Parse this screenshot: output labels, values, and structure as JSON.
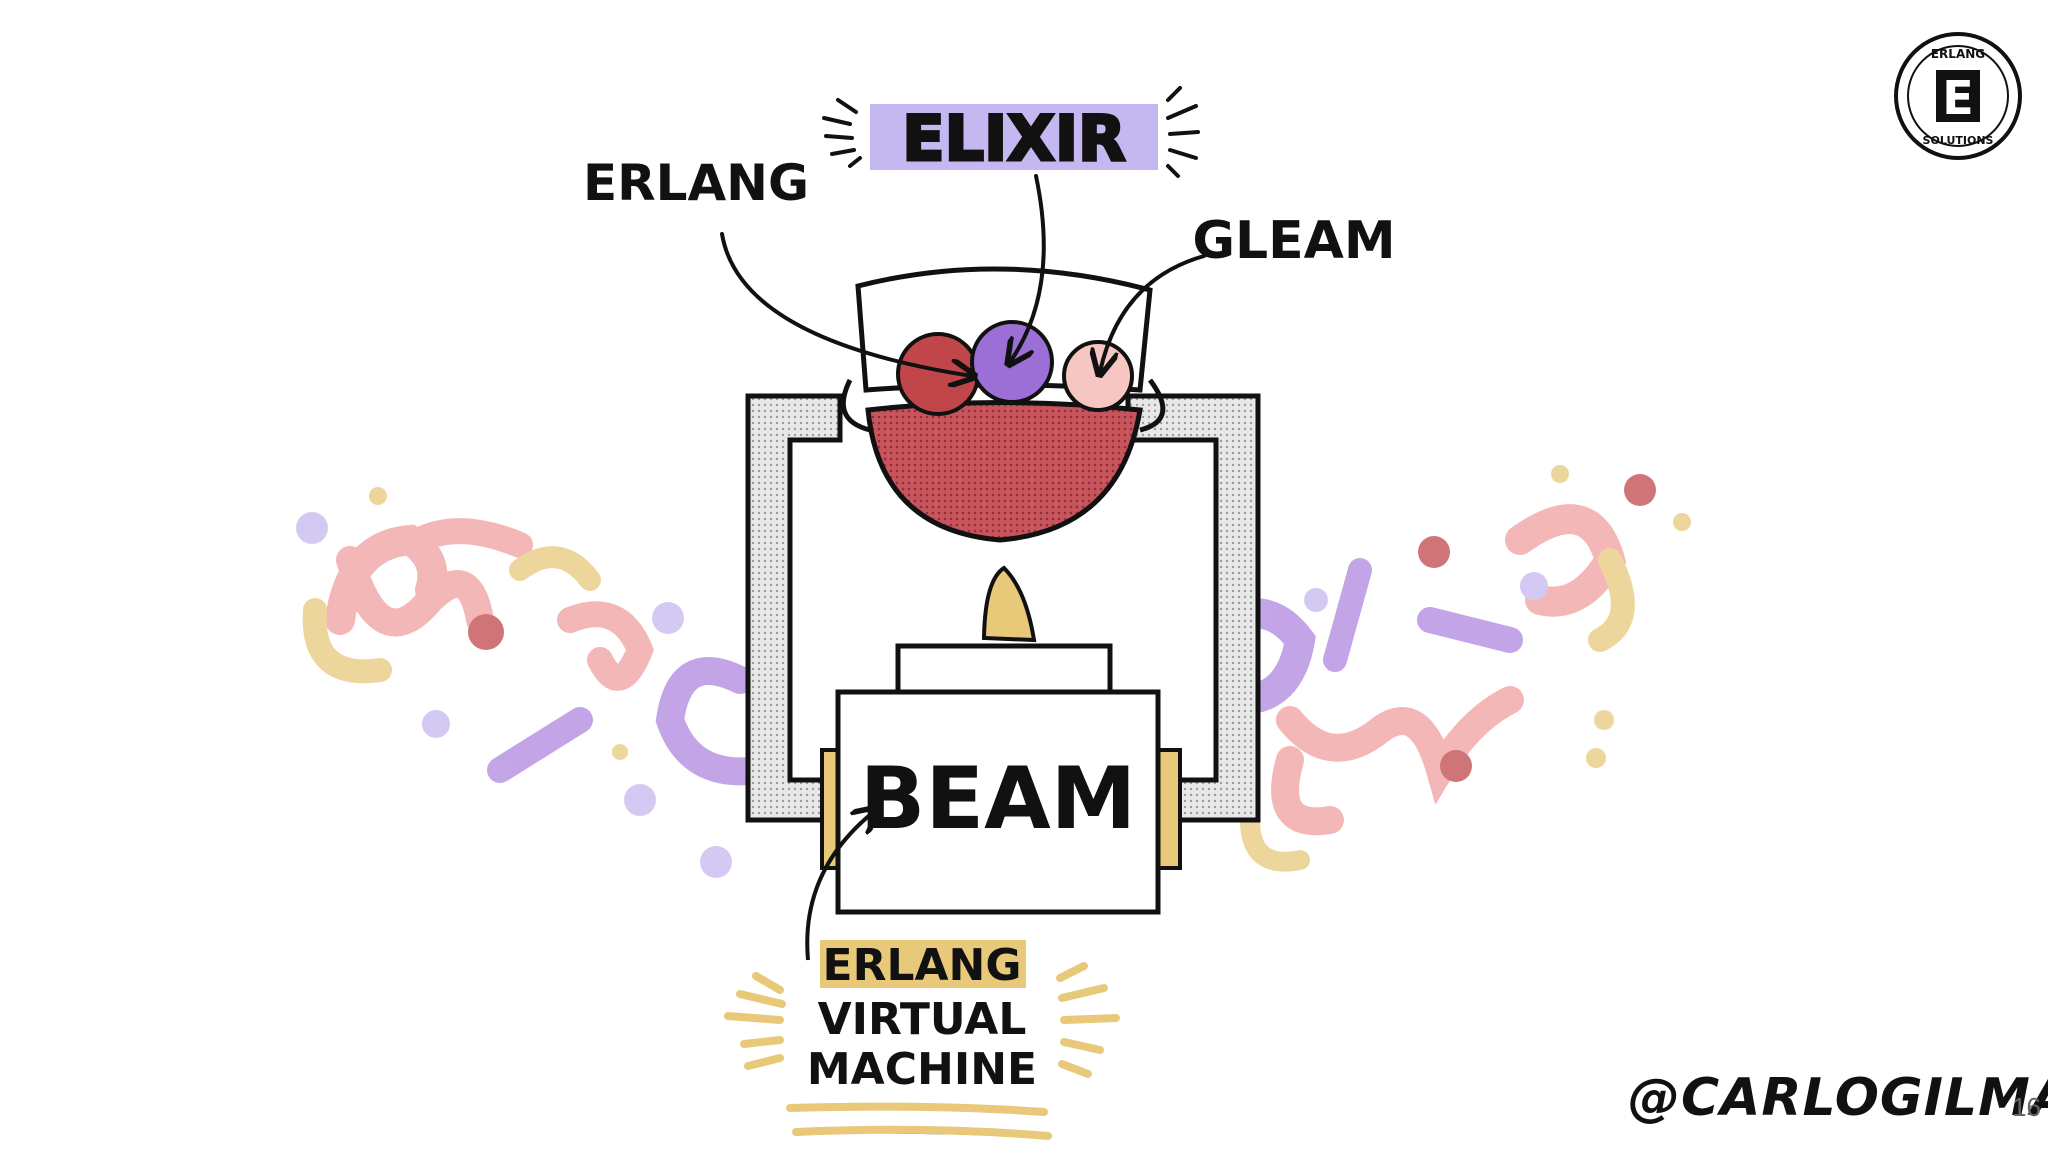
{
  "languages": {
    "erlang": "ERLANG",
    "elixir": "ELIXIR",
    "gleam": "GLEAM"
  },
  "vm": {
    "name": "BEAM",
    "label_line1": "ERLANG",
    "label_line2": "VIRTUAL",
    "label_line3": "MACHINE"
  },
  "logo": {
    "top_text": "ERLANG",
    "bottom_text": "SOLUTIONS",
    "letter": "E"
  },
  "footer": {
    "handle": "@CARLOGILMAR",
    "page_number": "16"
  },
  "colors": {
    "erlang_ball": "#c0464a",
    "elixir_ball": "#9b6fd6",
    "gleam_ball": "#f6c6c3",
    "bowl": "#c8555c",
    "elixir_highlight": "#c5b8f0",
    "erlang_highlight": "#e8c97a",
    "confetti_pink": "#f0a0a0",
    "confetti_purple": "#b088e0",
    "confetti_yellow": "#e8c97a"
  }
}
